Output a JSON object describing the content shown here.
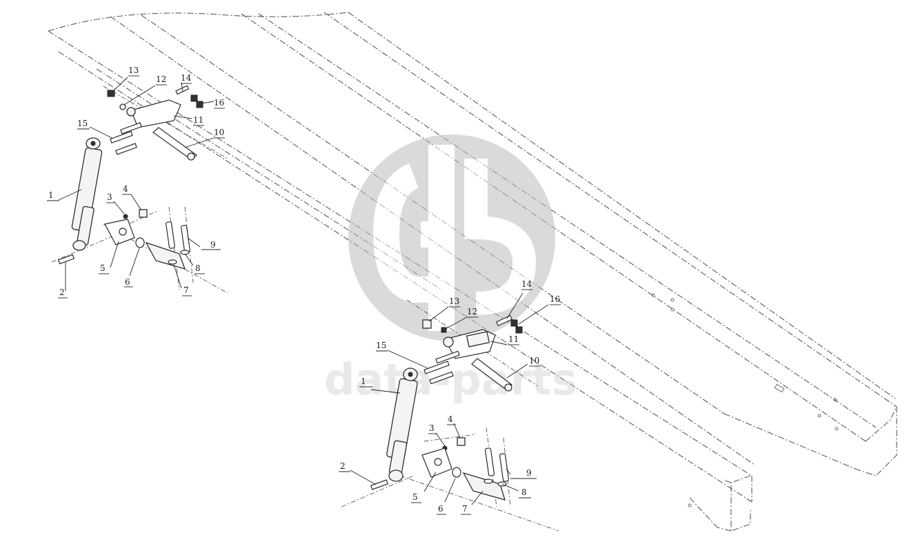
{
  "diagram": {
    "top_view_callouts": [
      "1",
      "2",
      "3",
      "4",
      "5",
      "6",
      "7",
      "8",
      "9",
      "10",
      "11",
      "12",
      "13",
      "14",
      "15",
      "16"
    ],
    "main_view_callouts": [
      "1",
      "2",
      "3",
      "4",
      "5",
      "6",
      "7",
      "8",
      "9",
      "10",
      "11",
      "12",
      "13",
      "14",
      "15",
      "16"
    ]
  },
  "watermark": {
    "text": "data-parts",
    "logo": "gd-logo"
  },
  "colors": {
    "line": "#2b2b2b",
    "watermark": "#c9c9c9"
  }
}
